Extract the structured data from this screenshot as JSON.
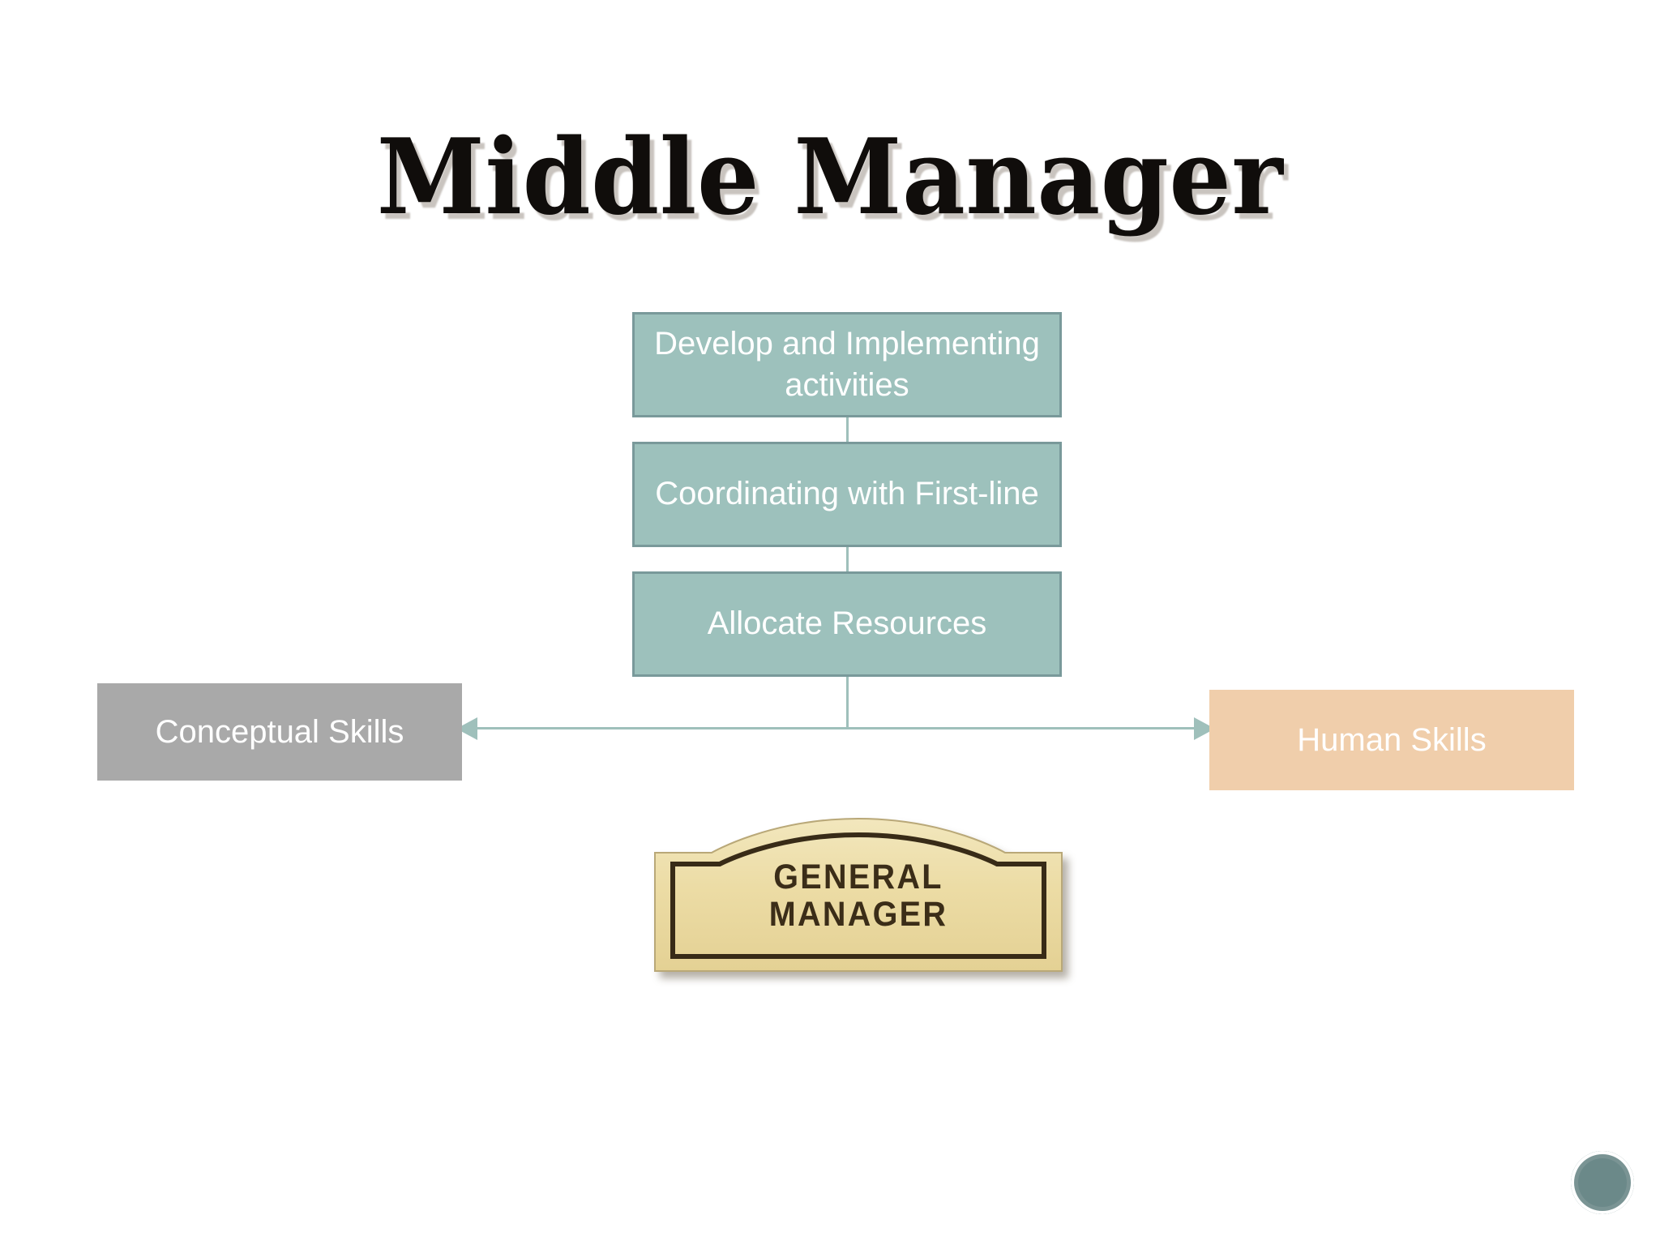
{
  "slide": {
    "title": "Middle Manager",
    "background_color": "#ffffff"
  },
  "colors": {
    "teal_fill": "#9dc1bc",
    "teal_border": "#79999a",
    "connector": "#9fc0bb",
    "gray_fill": "#a9a9a9",
    "peach_fill": "#f0ceab",
    "plaque_fill": "#ecdca5",
    "plaque_border": "#3b2d18",
    "title_color": "#100d0b",
    "badge_color": "#5f7f80"
  },
  "process_boxes": [
    {
      "id": "develop",
      "label": "Develop and Implementing activities"
    },
    {
      "id": "coordinating",
      "label": "Coordinating with First-line"
    },
    {
      "id": "allocate",
      "label": "Allocate Resources"
    }
  ],
  "skill_boxes": {
    "left": {
      "id": "conceptual",
      "label": "Conceptual Skills"
    },
    "right": {
      "id": "human",
      "label": "Human Skills"
    }
  },
  "plaque": {
    "label": "GENERAL\nMANAGER"
  },
  "connector": {
    "style": "double-headed-arrow",
    "left_arrow_icon": "arrow-left-icon",
    "right_arrow_icon": "arrow-right-icon",
    "vertical_icon": "vertical-connector-line"
  },
  "badge": {
    "icon": "circular-logo-icon"
  }
}
